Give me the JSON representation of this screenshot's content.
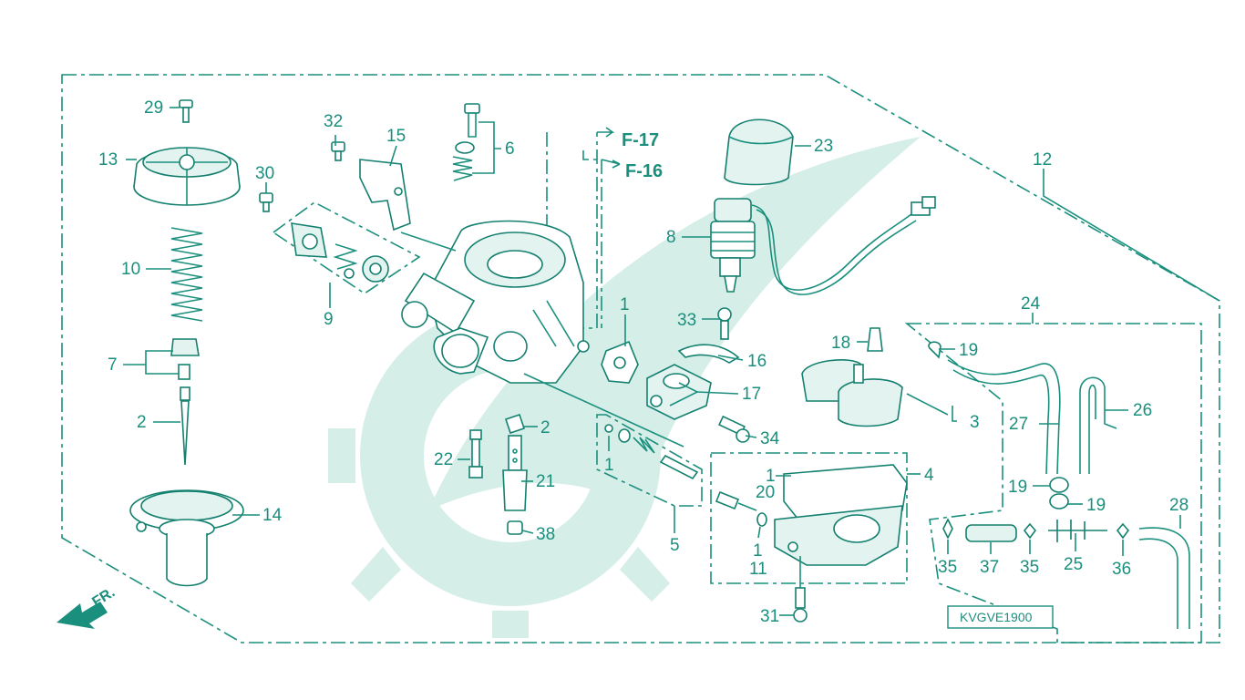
{
  "diagram_code": "KVGVE1900",
  "direction_label": "FR.",
  "references": [
    "F-17",
    "F-16"
  ],
  "callouts": [
    {
      "key": "29",
      "text": "29"
    },
    {
      "key": "13",
      "text": "13"
    },
    {
      "key": "10",
      "text": "10"
    },
    {
      "key": "7",
      "text": "7"
    },
    {
      "key": "2a",
      "text": "2"
    },
    {
      "key": "14",
      "text": "14"
    },
    {
      "key": "32",
      "text": "32"
    },
    {
      "key": "15",
      "text": "15"
    },
    {
      "key": "30",
      "text": "30"
    },
    {
      "key": "9",
      "text": "9"
    },
    {
      "key": "6",
      "text": "6"
    },
    {
      "key": "23",
      "text": "23"
    },
    {
      "key": "8",
      "text": "8"
    },
    {
      "key": "12",
      "text": "12"
    },
    {
      "key": "1a",
      "text": "1"
    },
    {
      "key": "33",
      "text": "33"
    },
    {
      "key": "16",
      "text": "16"
    },
    {
      "key": "17",
      "text": "17"
    },
    {
      "key": "34",
      "text": "34"
    },
    {
      "key": "2b",
      "text": "2"
    },
    {
      "key": "22",
      "text": "22"
    },
    {
      "key": "21",
      "text": "21"
    },
    {
      "key": "38",
      "text": "38"
    },
    {
      "key": "1b",
      "text": "1"
    },
    {
      "key": "5",
      "text": "5"
    },
    {
      "key": "1c",
      "text": "1"
    },
    {
      "key": "20",
      "text": "20"
    },
    {
      "key": "4",
      "text": "4"
    },
    {
      "key": "1d",
      "text": "1"
    },
    {
      "key": "11",
      "text": "11"
    },
    {
      "key": "31",
      "text": "31"
    },
    {
      "key": "18",
      "text": "18"
    },
    {
      "key": "19a",
      "text": "19"
    },
    {
      "key": "3",
      "text": "3"
    },
    {
      "key": "24",
      "text": "24"
    },
    {
      "key": "27",
      "text": "27"
    },
    {
      "key": "26",
      "text": "26"
    },
    {
      "key": "19b",
      "text": "19"
    },
    {
      "key": "19c",
      "text": "19"
    },
    {
      "key": "28",
      "text": "28"
    },
    {
      "key": "35a",
      "text": "35"
    },
    {
      "key": "37",
      "text": "37"
    },
    {
      "key": "35b",
      "text": "35"
    },
    {
      "key": "25",
      "text": "25"
    },
    {
      "key": "36",
      "text": "36"
    }
  ],
  "colors": {
    "line": "#1a8f7d",
    "watermark": "#d6eee8",
    "background": "#ffffff"
  }
}
